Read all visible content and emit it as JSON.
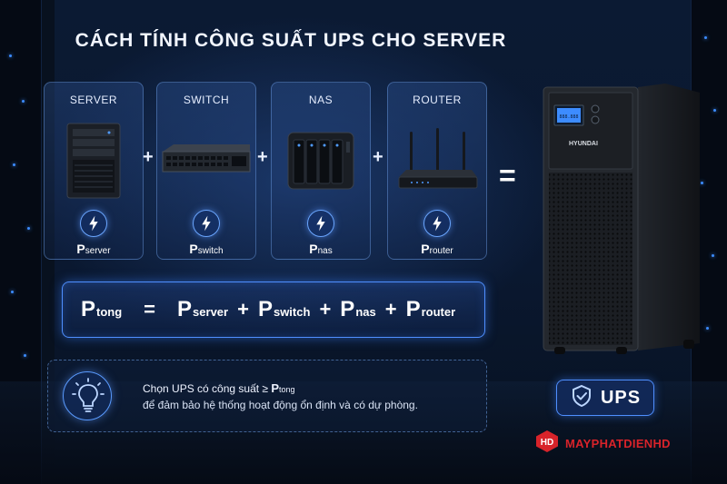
{
  "title": "CÁCH TÍNH CÔNG SUẤT UPS CHO SERVER",
  "devices": [
    {
      "label": "SERVER",
      "p": "P",
      "sub": "server",
      "icon": "server-tower-icon"
    },
    {
      "label": "SWITCH",
      "p": "P",
      "sub": "switch",
      "icon": "network-switch-icon"
    },
    {
      "label": "NAS",
      "p": "P",
      "sub": "nas",
      "icon": "nas-storage-icon"
    },
    {
      "label": "ROUTER",
      "p": "P",
      "sub": "router",
      "icon": "wifi-router-icon"
    }
  ],
  "operators": {
    "plus": "+",
    "equals": "="
  },
  "formula": {
    "lhs_p": "P",
    "lhs_sub": "tong",
    "eq": "=",
    "plus": "+",
    "terms": [
      {
        "p": "P",
        "sub": "server"
      },
      {
        "p": "P",
        "sub": "switch"
      },
      {
        "p": "P",
        "sub": "nas"
      },
      {
        "p": "P",
        "sub": "router"
      }
    ]
  },
  "tip": {
    "line1_text": "Chọn UPS có công suất ≥ ",
    "line1_p": "P",
    "line1_sub": "tong",
    "line2": "để đảm bảo hệ thống hoạt động ổn định và có dự phòng.",
    "icon": "lightbulb-icon"
  },
  "ups": {
    "brand_label": "HYUNDAI",
    "screen_text": "888.888",
    "badge": "UPS",
    "badge_icon": "shield-check-icon"
  },
  "watermark": {
    "logo": "HD",
    "text": "MAYPHATDIENHD"
  },
  "colors": {
    "accent": "#4f8fff",
    "background": "#0a1830",
    "brand_red": "#d8232a"
  }
}
